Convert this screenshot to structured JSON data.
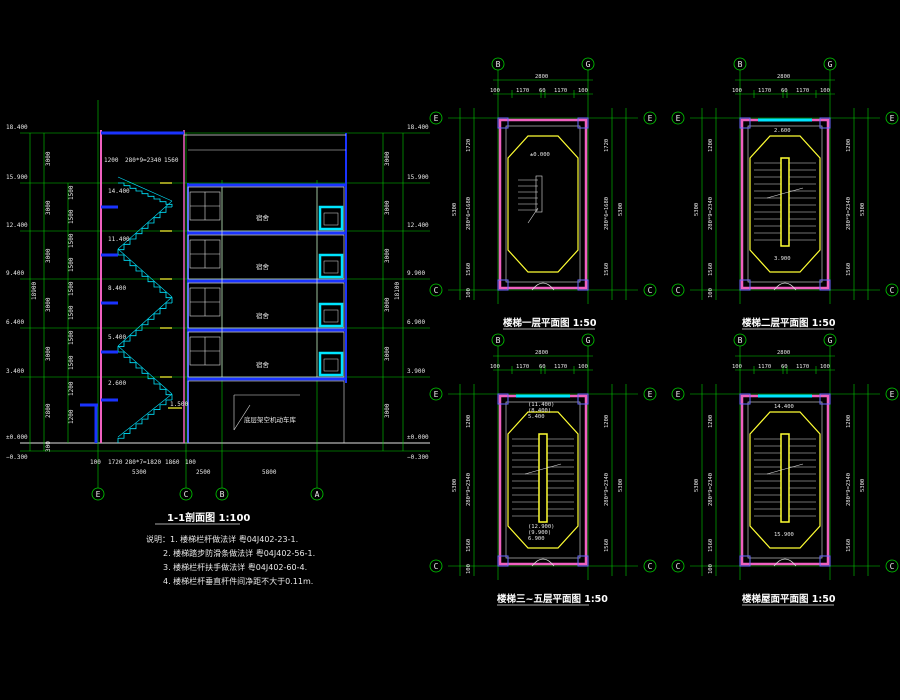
{
  "colors": {
    "background": "#000000",
    "grid": "#00d000",
    "wall": "#f060c0",
    "blue": "#1a33ff",
    "cyan": "#00e5ff",
    "yellow": "#ffff33",
    "white": "#ffffff"
  },
  "section": {
    "title": "1-1剖面图 1:100",
    "levels_left": [
      "18.400",
      "15.900",
      "12.400",
      "9.400",
      "6.400",
      "3.400",
      "±0.000",
      "−0.300"
    ],
    "levels_right": [
      "18.400",
      "15.900",
      "12.400",
      "9.900",
      "6.900",
      "3.900",
      "±0.000",
      "−0.300"
    ],
    "dims_left": [
      "3000",
      "3000",
      "3000",
      "3000",
      "3000",
      "2800",
      "300"
    ],
    "dims_right": [
      "3000",
      "3000",
      "3000",
      "3000",
      "3000",
      "3000",
      "300"
    ],
    "flight_dims": [
      "1500",
      "1500",
      "1500",
      "1500",
      "1500",
      "1500",
      "1500",
      "1500",
      "1500",
      "1500",
      "1200",
      "1200"
    ],
    "total_left": "18900",
    "total_right": "18100",
    "landing_labels": [
      "14.400",
      "11.400",
      "8.400",
      "5.400",
      "2.600",
      "1.500"
    ],
    "top_dims": [
      "1200",
      "280*9=2340",
      "1560"
    ],
    "bottom_dims": [
      "100",
      "1720",
      "280*7=1820",
      "1860",
      "100"
    ],
    "axis_dims": [
      "5300",
      "2500",
      "5800"
    ],
    "room_label": "宿舍",
    "ground_room_label": "底层架空机动车库",
    "axes": [
      "E",
      "C",
      "B",
      "A"
    ],
    "notes": [
      "说明：1. 楼梯栏杆做法详 粤04J402-23-1.",
      "2. 楼梯踏步防滑条做法详 粤04J402-56-1.",
      "3. 楼梯栏杆扶手做法详 粤04J402-60-4.",
      "4. 楼梯栏杆垂直杆件间净距不大于0.11m."
    ]
  },
  "plans": [
    {
      "title": "楼梯一层平面图 1:50",
      "width": "2800",
      "top_dims": [
        "100",
        "1170",
        "60",
        "1170",
        "100"
      ],
      "left_dims": [
        "1720",
        "280*6=1680",
        "1560",
        "100"
      ],
      "right_dims": [
        "1720",
        "280*6=1680",
        "5300",
        "1560"
      ],
      "total": "5300",
      "axes_top": [
        "B",
        "G"
      ],
      "axes_side": [
        "E",
        "C"
      ],
      "level": "±0.000"
    },
    {
      "title": "楼梯二层平面图 1:50",
      "width": "2800",
      "top_dims": [
        "100",
        "1170",
        "60",
        "1170",
        "100"
      ],
      "left_dims": [
        "1200",
        "280*9=2340",
        "1560",
        "100"
      ],
      "right_dims": [
        "1200",
        "280*9=2340",
        "5300",
        "1560"
      ],
      "total": "5300",
      "axes_top": [
        "B",
        "G"
      ],
      "axes_side": [
        "E",
        "C"
      ],
      "level_top": "2.600",
      "level_bottom": "3.900"
    },
    {
      "title": "楼梯三~五层平面图 1:50",
      "width": "2800",
      "top_dims": [
        "100",
        "1170",
        "60",
        "1170",
        "100"
      ],
      "left_dims": [
        "1200",
        "280*9=2340",
        "1560",
        "100"
      ],
      "right_dims": [
        "1200",
        "280*9=2340",
        "5300",
        "1560"
      ],
      "total": "5300",
      "axes_top": [
        "B",
        "G"
      ],
      "axes_side": [
        "E",
        "C"
      ],
      "levels_top": [
        "(11.400)",
        "(8.400)",
        "5.400"
      ],
      "levels_bottom": [
        "(12.900)",
        "(9.900)",
        "6.900"
      ]
    },
    {
      "title": "楼梯屋面平面图 1:50",
      "width": "2800",
      "top_dims": [
        "100",
        "1170",
        "60",
        "1170",
        "100"
      ],
      "left_dims": [
        "1200",
        "280*9=2340",
        "1560",
        "100"
      ],
      "right_dims": [
        "1200",
        "280*9=2340",
        "5300",
        "1560"
      ],
      "total": "5300",
      "axes_top": [
        "B",
        "G"
      ],
      "axes_side": [
        "E",
        "C"
      ],
      "level_top": "14.400",
      "level_bottom": "15.900"
    }
  ]
}
